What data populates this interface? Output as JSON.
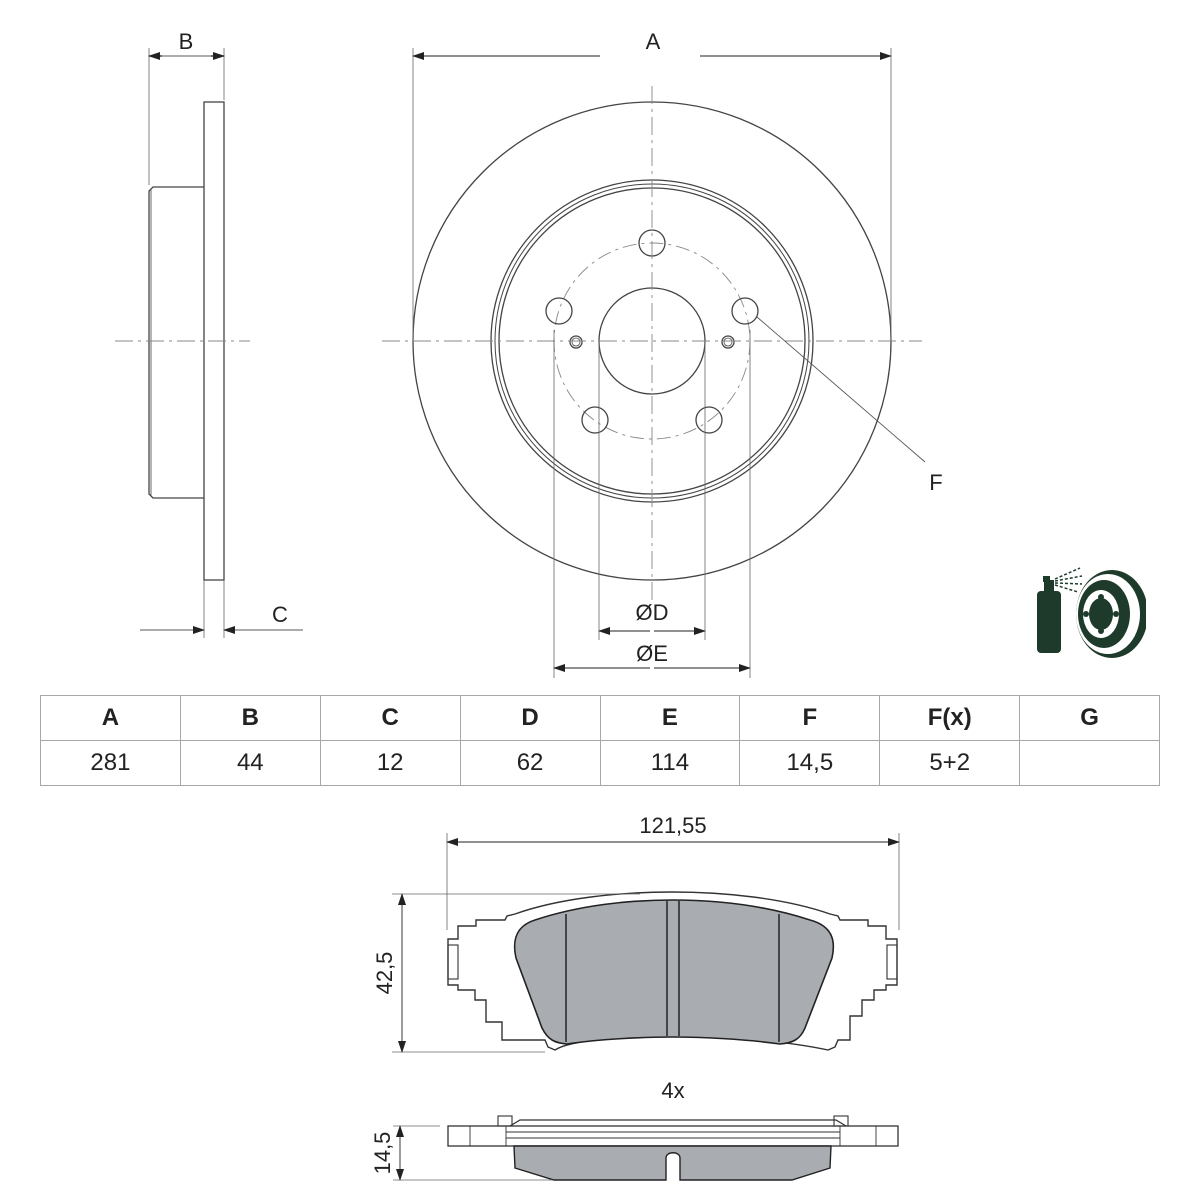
{
  "disc_drawing": {
    "labels": {
      "A": "A",
      "B": "B",
      "C": "C",
      "D": "ØD",
      "E": "ØE",
      "F": "F"
    }
  },
  "spec_table": {
    "headers": [
      "A",
      "B",
      "C",
      "D",
      "E",
      "F",
      "F(x)",
      "G"
    ],
    "values": [
      "281",
      "44",
      "12",
      "62",
      "114",
      "14,5",
      "5+2",
      ""
    ]
  },
  "pad_drawing": {
    "width_label": "121,55",
    "height_label": "42,5",
    "quantity_label": "4x",
    "thickness_label": "14,5"
  },
  "icons": {
    "coating": "spray-coated-disc-icon"
  },
  "colors": {
    "line": "#333333",
    "thin_line": "#555555",
    "friction_material": "#a9adb1",
    "icon_green": "#1e3a2a",
    "table_border": "#a8a8a8"
  }
}
